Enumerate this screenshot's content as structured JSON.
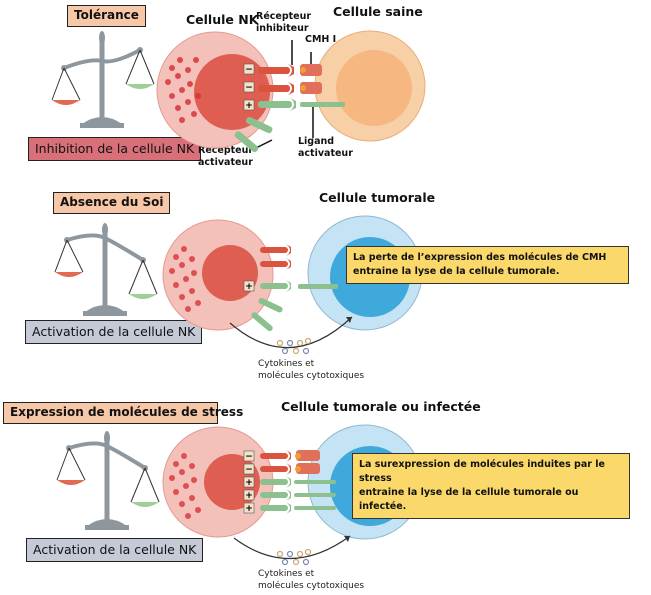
{
  "panels": [
    {
      "id": "tolerance",
      "title": "Tolérance",
      "status": "Inhibition de la cellule NK",
      "status_color": "#d8707a",
      "nk_cell_label": "Cellule NK",
      "target_cell_label": "Cellule saine",
      "annotations": {
        "inhibitory_receptor": [
          "Récepteur",
          "inhibiteur"
        ],
        "mhc": "CMH I",
        "activating_receptor": [
          "Récepteur",
          "activateur"
        ],
        "activating_ligand": [
          "Ligand",
          "activateur"
        ]
      },
      "signals": [
        "−",
        "−",
        "+"
      ]
    },
    {
      "id": "missing-self",
      "title": "Absence du Soi",
      "status": "Activation de la cellule NK",
      "status_color": "#c5cad6",
      "target_cell_label": "Cellule tumorale",
      "note": [
        "La perte de l’expression des molécules de CMH",
        "entraine la lyse de la cellule tumorale."
      ],
      "cytokines_label": [
        "Cytokines et",
        "molécules cytotoxiques"
      ],
      "signals": [
        "+"
      ]
    },
    {
      "id": "stress",
      "title": "Expression de molécules de stress",
      "status": "Activation de la cellule NK",
      "status_color": "#c5cad6",
      "target_cell_label": "Cellule tumorale ou infectée",
      "note": [
        "La surexpression de molécules induites par le stress",
        "entraine la lyse de la cellule tumorale ou infectée."
      ],
      "cytokines_label": [
        "Cytokines et",
        "molécules cytotoxiques"
      ],
      "signals": [
        "−",
        "−",
        "+",
        "+",
        "+"
      ]
    }
  ],
  "colors": {
    "title_box": "#f7c8a8",
    "note_box": "#fbd86a",
    "nk_cell": "#f2b3ac",
    "nk_nucleus": "#d9534a",
    "healthy_cell": "#f8c79a",
    "tumor_cell": "#b9def2",
    "tumor_nucleus": "#3fa9dc",
    "inhibitory_receptor": "#d9533f",
    "activating_receptor": "#8cc08f"
  }
}
